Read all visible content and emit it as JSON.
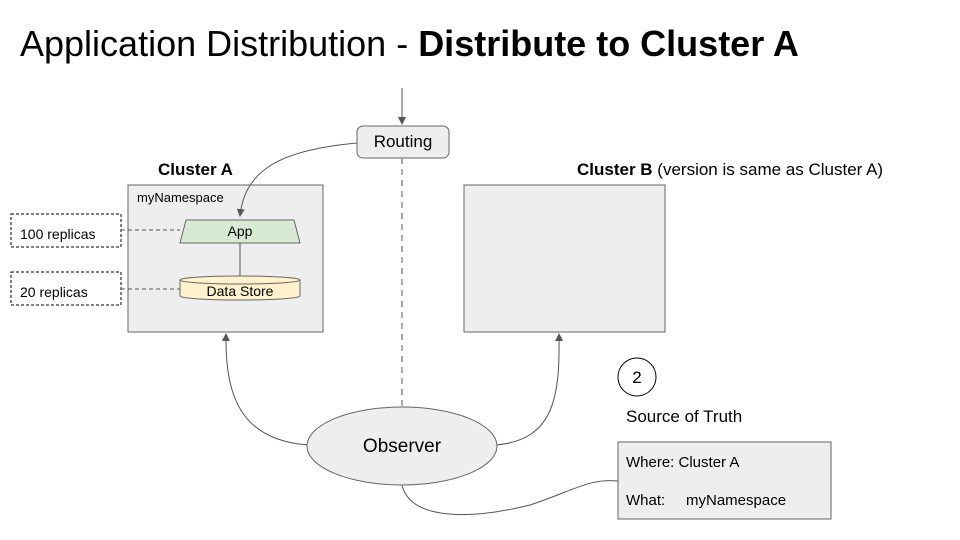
{
  "title": {
    "prefix": "Application Distribution - ",
    "emphasis": "Distribute to Cluster A"
  },
  "routing": {
    "label": "Routing"
  },
  "cluster_a": {
    "name": "Cluster A",
    "namespace": "myNamespace",
    "app_label": "App",
    "datastore_label": "Data Store",
    "app_replicas": "100 replicas",
    "datastore_replicas": "20 replicas"
  },
  "cluster_b": {
    "name": "Cluster B",
    "note": " (version is same as Cluster A)"
  },
  "step_badge": "2",
  "source_of_truth": {
    "heading": "Source of Truth",
    "where_line": "Where: Cluster A",
    "what_label": "What:",
    "what_value": "myNamespace"
  },
  "observer": {
    "label": "Observer"
  },
  "colors": {
    "box_fill": "#eeeeee",
    "box_stroke": "#666666",
    "app_fill": "#d9ead3",
    "datastore_fill": "#fff2cc",
    "observer_fill": "#eeeeee"
  }
}
